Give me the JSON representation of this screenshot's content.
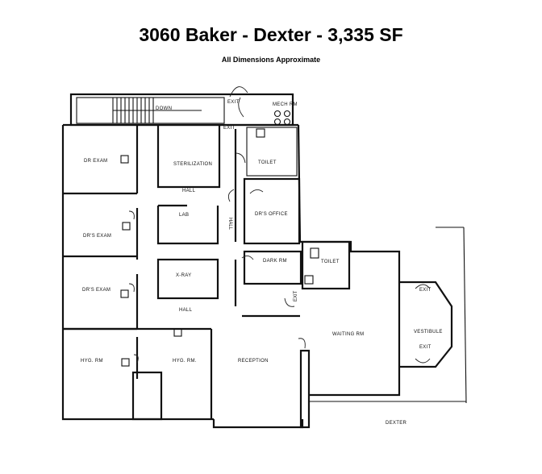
{
  "header": {
    "title": "3060 Baker - Dexter - 3,335 SF",
    "subtitle": "All Dimensions Approximate"
  },
  "rooms": {
    "dr_exam_1": "DR EXAM",
    "sterilization": "STERILIZATION",
    "toilet_1": "TOILET",
    "hall_top": "HALL",
    "drs_exam_2": "DR'S EXAM",
    "lab": "LAB",
    "hall_vertical": "HALL",
    "drs_office": "DR'S OFFICE",
    "drs_exam_3": "DR'S EXAM",
    "x_ray": "X-RAY",
    "dark_rm": "DARK RM",
    "toilet_2": "TOILET",
    "hall_bottom": "HALL",
    "hyg_rm_1": "HYG. RM",
    "hyg_rm_2": "HYG. RM.",
    "reception": "RECEPTION",
    "waiting_rm": "WAITING RM",
    "vestibule": "VESTIBULE",
    "down": "DOWN",
    "mech_rm": "MECH RM",
    "street": "DEXTER"
  },
  "exits": {
    "exit_top": "EXIT",
    "exit_left": "EXIT",
    "exit_mid": "EXIT",
    "exit_right_top": "EXIT",
    "exit_right_bottom": "EXIT"
  }
}
